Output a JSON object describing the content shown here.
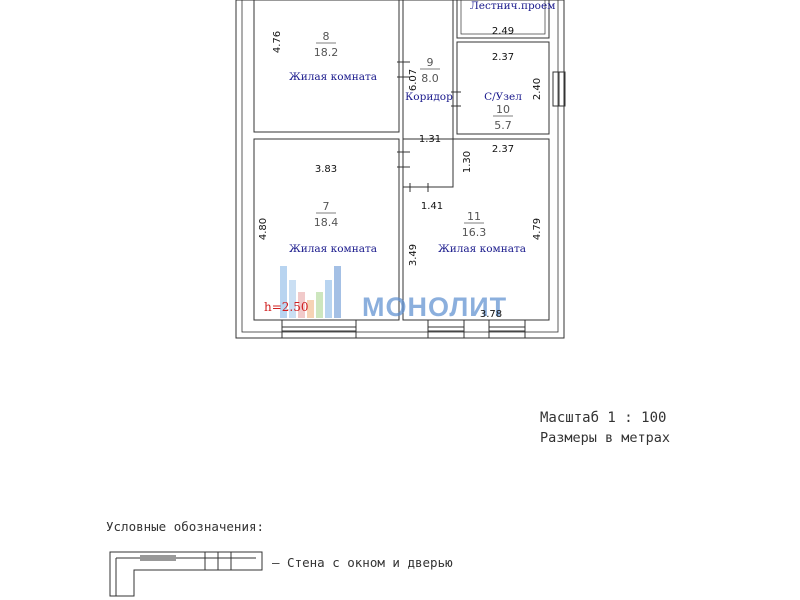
{
  "rooms": [
    {
      "number": "8",
      "area": "18.2",
      "name": "Жилая комната"
    },
    {
      "number": "9",
      "area": "8.0",
      "name": "Коридор"
    },
    {
      "number": "10",
      "area": "5.7",
      "name": "С/Узел"
    },
    {
      "number": "7",
      "area": "18.4",
      "name": "Жилая комната"
    },
    {
      "number": "11",
      "area": "16.3",
      "name": "Жилая комната"
    }
  ],
  "stairwell_label": "Лестнич.проем",
  "dimensions": {
    "d_4_76": "4.76",
    "d_6_07": "6.07",
    "d_2_49": "2.49",
    "d_2_37_top": "2.37",
    "d_2_40": "2.40",
    "d_1_31": "1.31",
    "d_3_83": "3.83",
    "d_1_30": "1.30",
    "d_2_37_mid": "2.37",
    "d_1_41": "1.41",
    "d_4_80": "4.80",
    "d_4_79": "4.79",
    "d_3_49": "3.49",
    "d_3_78": "3.78"
  },
  "height_label": "h=2.50",
  "watermark": {
    "brand": "МОНОЛИТ"
  },
  "scale_text": "Масштаб 1 : 100",
  "units_text": "Размеры в метрах",
  "legend": {
    "title": "Условные обозначения:",
    "wall_desc": "– Стена с окном и дверью"
  }
}
